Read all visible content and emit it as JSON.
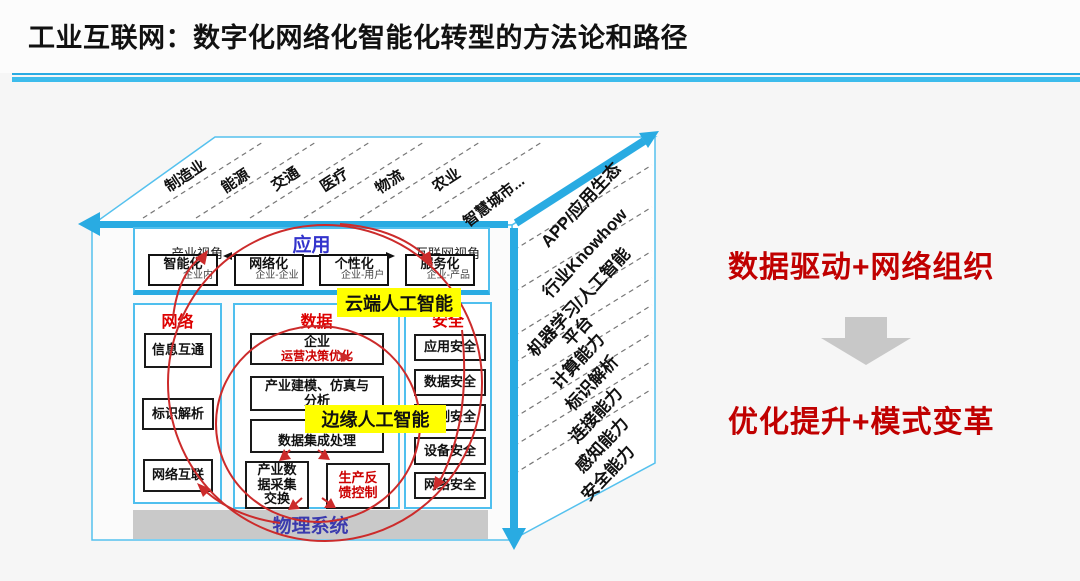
{
  "title": "工业互联网：数字化网络化智能化转型的方法论和路径",
  "cube": {
    "top_face_labels": [
      "制造业",
      "能源",
      "交通",
      "医疗",
      "物流",
      "农业",
      "智慧城市..."
    ],
    "right_face_labels": [
      "APP/应用生态",
      "行业Knowhow",
      "机器学习/人工智能",
      "平台",
      "计算能力",
      "标识解析",
      "连接能力",
      "感知能力",
      "安全能力"
    ],
    "app_section": {
      "title": "应用",
      "left_label": "产业视角",
      "right_label": "互联网视角",
      "items": [
        {
          "name": "智能化",
          "scope": "企业内"
        },
        {
          "name": "网络化",
          "scope": "企业-企业"
        },
        {
          "name": "个性化",
          "scope": "企业-用户"
        },
        {
          "name": "服务化",
          "scope": "企业-产品"
        }
      ]
    },
    "cloud_ai_label": "云端人工智能",
    "edge_ai_label": "边缘人工智能",
    "network_column": {
      "title": "网络",
      "items": [
        "信息互通",
        "标识解析",
        "网络互联"
      ]
    },
    "data_column": {
      "title": "数据",
      "enterprise_line1": "企业",
      "enterprise_line2": "运营决策优化",
      "modeling_box": "产业建模、仿真与分析",
      "integration_box": "数据集成处理",
      "collection_box": "产业数据采集交换",
      "feedback_box": "生产反馈控制"
    },
    "security_column": {
      "title": "安全",
      "items": [
        "应用安全",
        "数据安全",
        "控制安全",
        "设备安全",
        "网络安全"
      ]
    },
    "physical_system_label": "物理系统"
  },
  "right_panel": {
    "top_text": "数据驱动+网络组织",
    "bottom_text": "优化提升+模式变革"
  },
  "colors": {
    "accent_cyan": "#29ABE2",
    "highlight_yellow": "#FFFF00",
    "emphasis_red": "#C00000",
    "title_blue": "#3333CC",
    "gray_bar": "#C9C9C9"
  }
}
